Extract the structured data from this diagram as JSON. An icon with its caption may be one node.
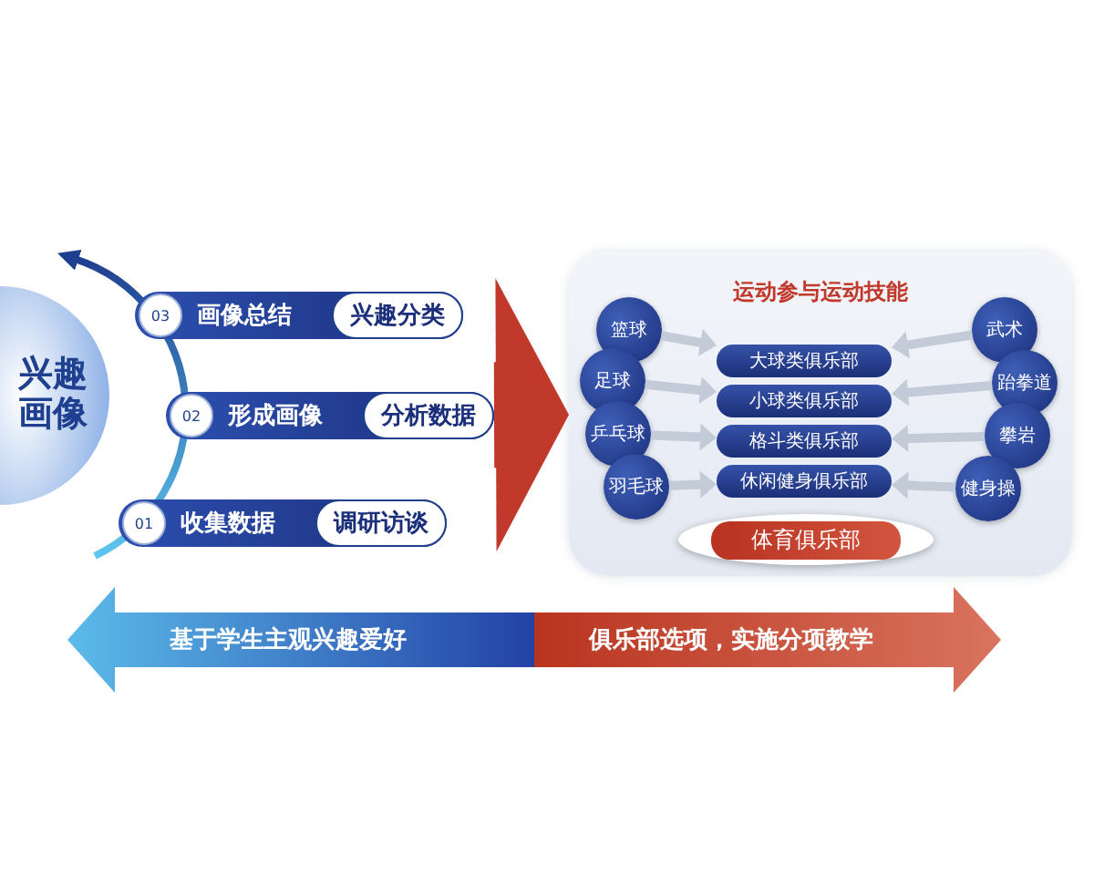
{
  "diagram": {
    "nodes": [
      {
        "text": [
          "兴趣画像"
        ]
      },
      {
        "text": [
          "03",
          "画像总结",
          "兴趣分类"
        ]
      },
      {
        "text": [
          "02",
          "形成画像",
          "分析数据"
        ]
      },
      {
        "text": [
          "01",
          "收集数据",
          "调研访谈"
        ]
      },
      {
        "text": [
          "运动参与运动技能"
        ]
      },
      {
        "text": [
          "篮球"
        ],
        "in": 4
      },
      {
        "text": [
          "足球"
        ],
        "in": 4
      },
      {
        "text": [
          "乒乓球"
        ],
        "in": 4
      },
      {
        "text": [
          "羽毛球"
        ],
        "in": 4
      },
      {
        "text": [
          "大球类俱乐部"
        ],
        "in": 4
      },
      {
        "text": [
          "小球类俱乐部"
        ],
        "in": 4
      },
      {
        "text": [
          "格斗类俱乐部"
        ],
        "in": 4
      },
      {
        "text": [
          "休闲健身俱乐部"
        ],
        "in": 4
      },
      {
        "text": [
          "武术"
        ],
        "in": 4
      },
      {
        "text": [
          "跆拳道"
        ],
        "in": 4
      },
      {
        "text": [
          "攀岩"
        ],
        "in": 4
      },
      {
        "text": [
          "健身操"
        ],
        "in": 4
      },
      {
        "text": [
          "体育俱乐部"
        ],
        "in": 4
      },
      {
        "text": [
          "基于学生主观兴趣爱好",
          "俱乐部选项，实施分项教学"
        ]
      }
    ],
    "edges": [
      {
        "from": 2,
        "to": 4,
        "arrow": "to",
        "style": "thick",
        "color": "#c0392b"
      },
      {
        "from": 5,
        "to": 9,
        "arrow": "to"
      },
      {
        "from": 6,
        "to": 10,
        "arrow": "to"
      },
      {
        "from": 7,
        "to": 11,
        "arrow": "to"
      },
      {
        "from": 8,
        "to": 12,
        "arrow": "to"
      },
      {
        "from": 13,
        "to": 9,
        "arrow": "to"
      },
      {
        "from": 14,
        "to": 10,
        "arrow": "to"
      },
      {
        "from": 15,
        "to": 11,
        "arrow": "to"
      },
      {
        "from": 16,
        "to": 12,
        "arrow": "to"
      }
    ]
  }
}
